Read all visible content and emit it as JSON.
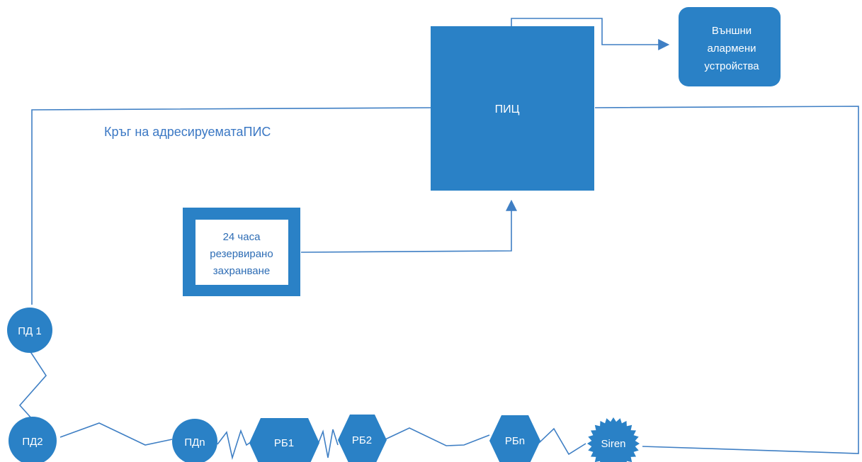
{
  "diagram": {
    "panel_label": "ПИЦ",
    "external_devices_label": [
      "Външни",
      "алармени",
      "устройства"
    ],
    "loop_label": "Кръг на адресируематаПИС",
    "backup_power_label": [
      "24 часа",
      "резервирано",
      "захранване"
    ],
    "devices": {
      "pd1": "ПД 1",
      "pd2": "ПД2",
      "pdn": "ПДn",
      "rb1": "РБ1",
      "rb2": "РБ2",
      "rbn": "РБn",
      "siren": "Siren"
    },
    "colors": {
      "fill": "#2a81c6",
      "line": "#3f7fc4",
      "dark_line": "#1d5f99"
    }
  }
}
